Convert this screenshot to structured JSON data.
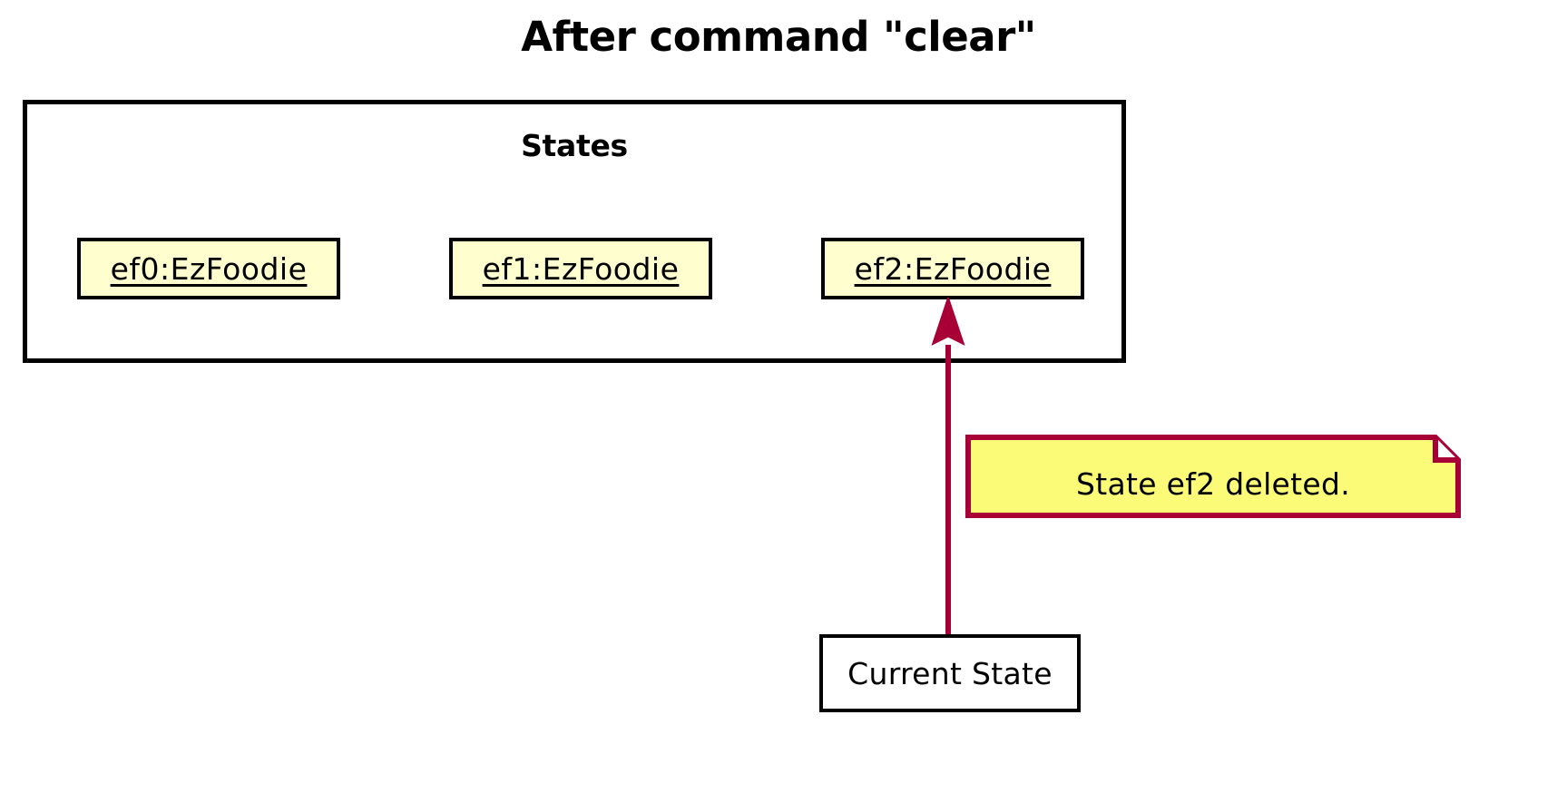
{
  "title": "After command \"clear\"",
  "colors": {
    "object_fill": "#FEFECE",
    "object_border": "#000000",
    "note_fill": "#FBFB77",
    "note_border": "#A80036",
    "arrow": "#A80036",
    "package_border": "#000000",
    "background": "#FFFFFF",
    "text": "#000000"
  },
  "package": {
    "label": "States",
    "objects": [
      {
        "label": "ef0:EzFoodie",
        "name": "ef0",
        "type": "EzFoodie"
      },
      {
        "label": "ef1:EzFoodie",
        "name": "ef1",
        "type": "EzFoodie"
      },
      {
        "label": "ef2:EzFoodie",
        "name": "ef2",
        "type": "EzFoodie"
      }
    ]
  },
  "note": {
    "text": "State ef2 deleted."
  },
  "current_state": {
    "label": "Current State"
  },
  "arrow": {
    "from": "Current State",
    "to": "ef2:EzFoodie",
    "style": "solid-arrowhead"
  }
}
